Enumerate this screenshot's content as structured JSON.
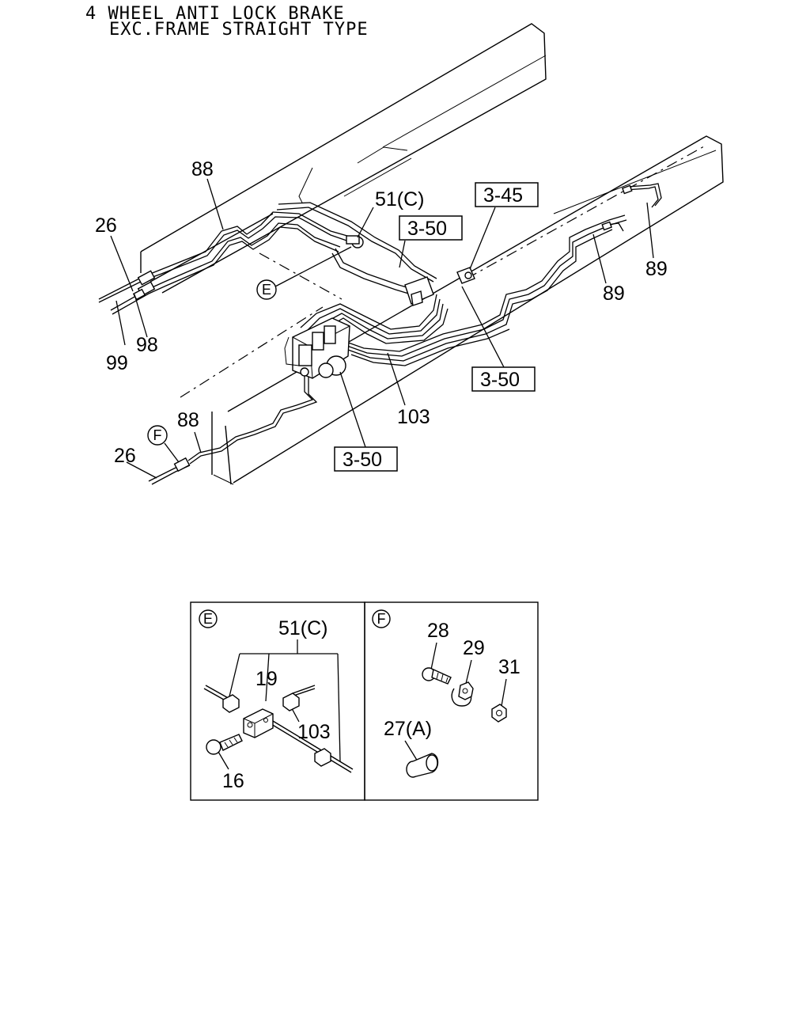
{
  "title": {
    "line1": "4 WHEEL ANTI LOCK BRAKE",
    "line2": "EXC.FRAME STRAIGHT TYPE"
  },
  "labels": {
    "l88a": "88",
    "l26a": "26",
    "l99": "99",
    "l98": "98",
    "l51c": "51(C)",
    "l89a": "89",
    "l89b": "89",
    "l103": "103",
    "l88b": "88",
    "l26b": "26"
  },
  "refs": {
    "r345": "3-45",
    "r350a": "3-50",
    "r350b": "3-50",
    "r350c": "3-50"
  },
  "callouts": {
    "e": "E",
    "f": "F"
  },
  "detail_e": {
    "tag": "E",
    "l51c": "51(C)",
    "l19": "19",
    "l103": "103",
    "l16": "16"
  },
  "detail_f": {
    "tag": "F",
    "l28": "28",
    "l29": "29",
    "l31": "31",
    "l27a": "27(A)"
  }
}
